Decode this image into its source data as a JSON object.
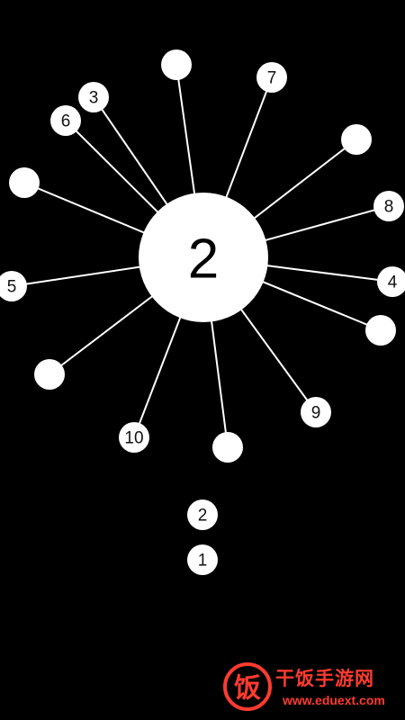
{
  "game": {
    "level": "2",
    "pins": [
      {
        "label": ""
      },
      {
        "label": "7"
      },
      {
        "label": ""
      },
      {
        "label": "8"
      },
      {
        "label": "4"
      },
      {
        "label": ""
      },
      {
        "label": "9"
      },
      {
        "label": ""
      },
      {
        "label": "10"
      },
      {
        "label": ""
      },
      {
        "label": "5"
      },
      {
        "label": ""
      },
      {
        "label": "6"
      },
      {
        "label": "3"
      }
    ],
    "queue": [
      {
        "label": "2"
      },
      {
        "label": "1"
      }
    ]
  },
  "colors": {
    "background": "#000000",
    "hub": "#ffffff",
    "pin": "#ffffff",
    "text": "#111111",
    "watermark": "#ff3b2f"
  },
  "watermark": {
    "logo_glyph": "饭",
    "name": "干饭手游网",
    "url": "www.eduext.com"
  }
}
